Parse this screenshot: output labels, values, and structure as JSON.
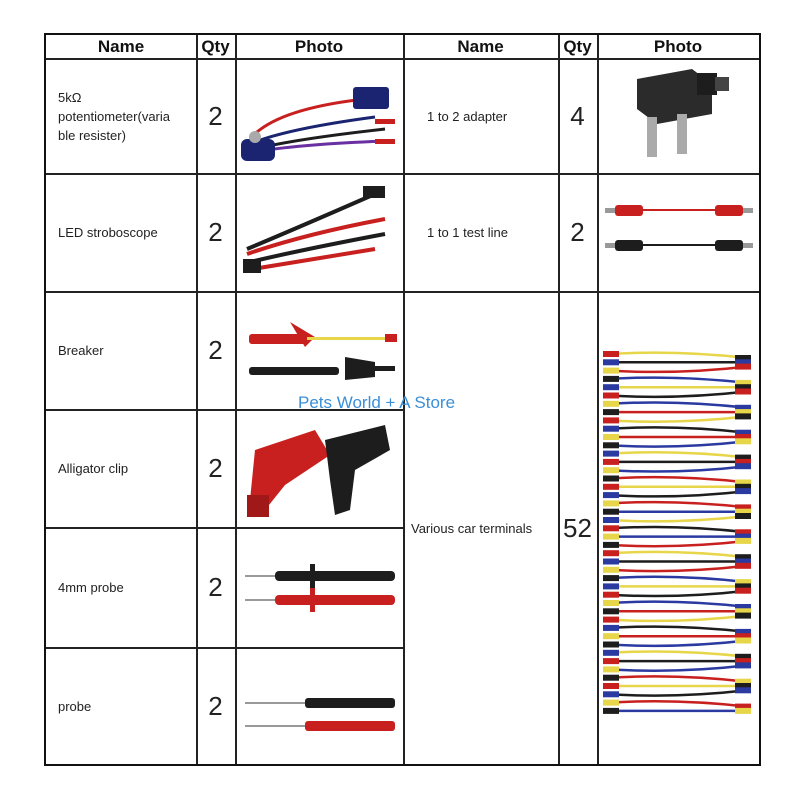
{
  "headers": {
    "name_left": "Name",
    "qty_left": "Qty",
    "photo_left": "Photo",
    "name_right": "Name",
    "qty_right": "Qty",
    "photo_right": "Photo"
  },
  "left_rows": [
    {
      "name": "5kΩ potentiometer(variable resister)",
      "name_line1": "5kΩ",
      "name_line2": "potentiometer(varia",
      "name_line3": "ble resister)",
      "qty": "2",
      "photo": "potentiometer-icon"
    },
    {
      "name": "LED stroboscope",
      "qty": "2",
      "photo": "stroboscope-icon"
    },
    {
      "name": "Breaker",
      "qty": "2",
      "photo": "breaker-icon"
    },
    {
      "name": "Alligator clip",
      "qty": "2",
      "photo": "alligator-clip-icon"
    },
    {
      "name": "4mm probe",
      "qty": "2",
      "photo": "probe-4mm-icon"
    },
    {
      "name": "probe",
      "qty": "2",
      "photo": "probe-icon"
    }
  ],
  "right_rows": [
    {
      "name": "1 to 2 adapter",
      "qty": "4",
      "photo": "adapter-icon"
    },
    {
      "name": "1 to 1 test line",
      "qty": "2",
      "photo": "test-line-icon"
    },
    {
      "name": "Various car terminals",
      "qty": "52",
      "photo": "car-terminals-icon"
    }
  ],
  "watermark": "Pets World + A Store",
  "colors": {
    "red": "#c8201e",
    "black": "#1d1d1d",
    "navy": "#1b2470",
    "yellow": "#e8d64a",
    "blue": "#2a3aa0",
    "border": "#111111"
  }
}
